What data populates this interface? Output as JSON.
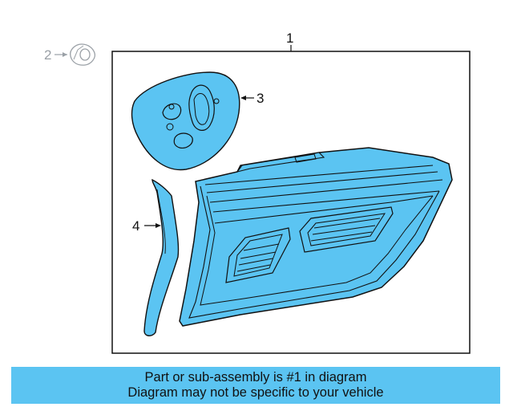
{
  "callouts": {
    "assembly": "1",
    "hardware": "2",
    "gasket": "3",
    "seal": "4"
  },
  "banner": {
    "line1": "Part or sub-assembly is #1 in diagram",
    "line2": "Diagram may not be specific to your vehicle"
  },
  "colors": {
    "highlight": "#5bc4f2",
    "line": "#111111",
    "muted": "#9aa0a6"
  }
}
